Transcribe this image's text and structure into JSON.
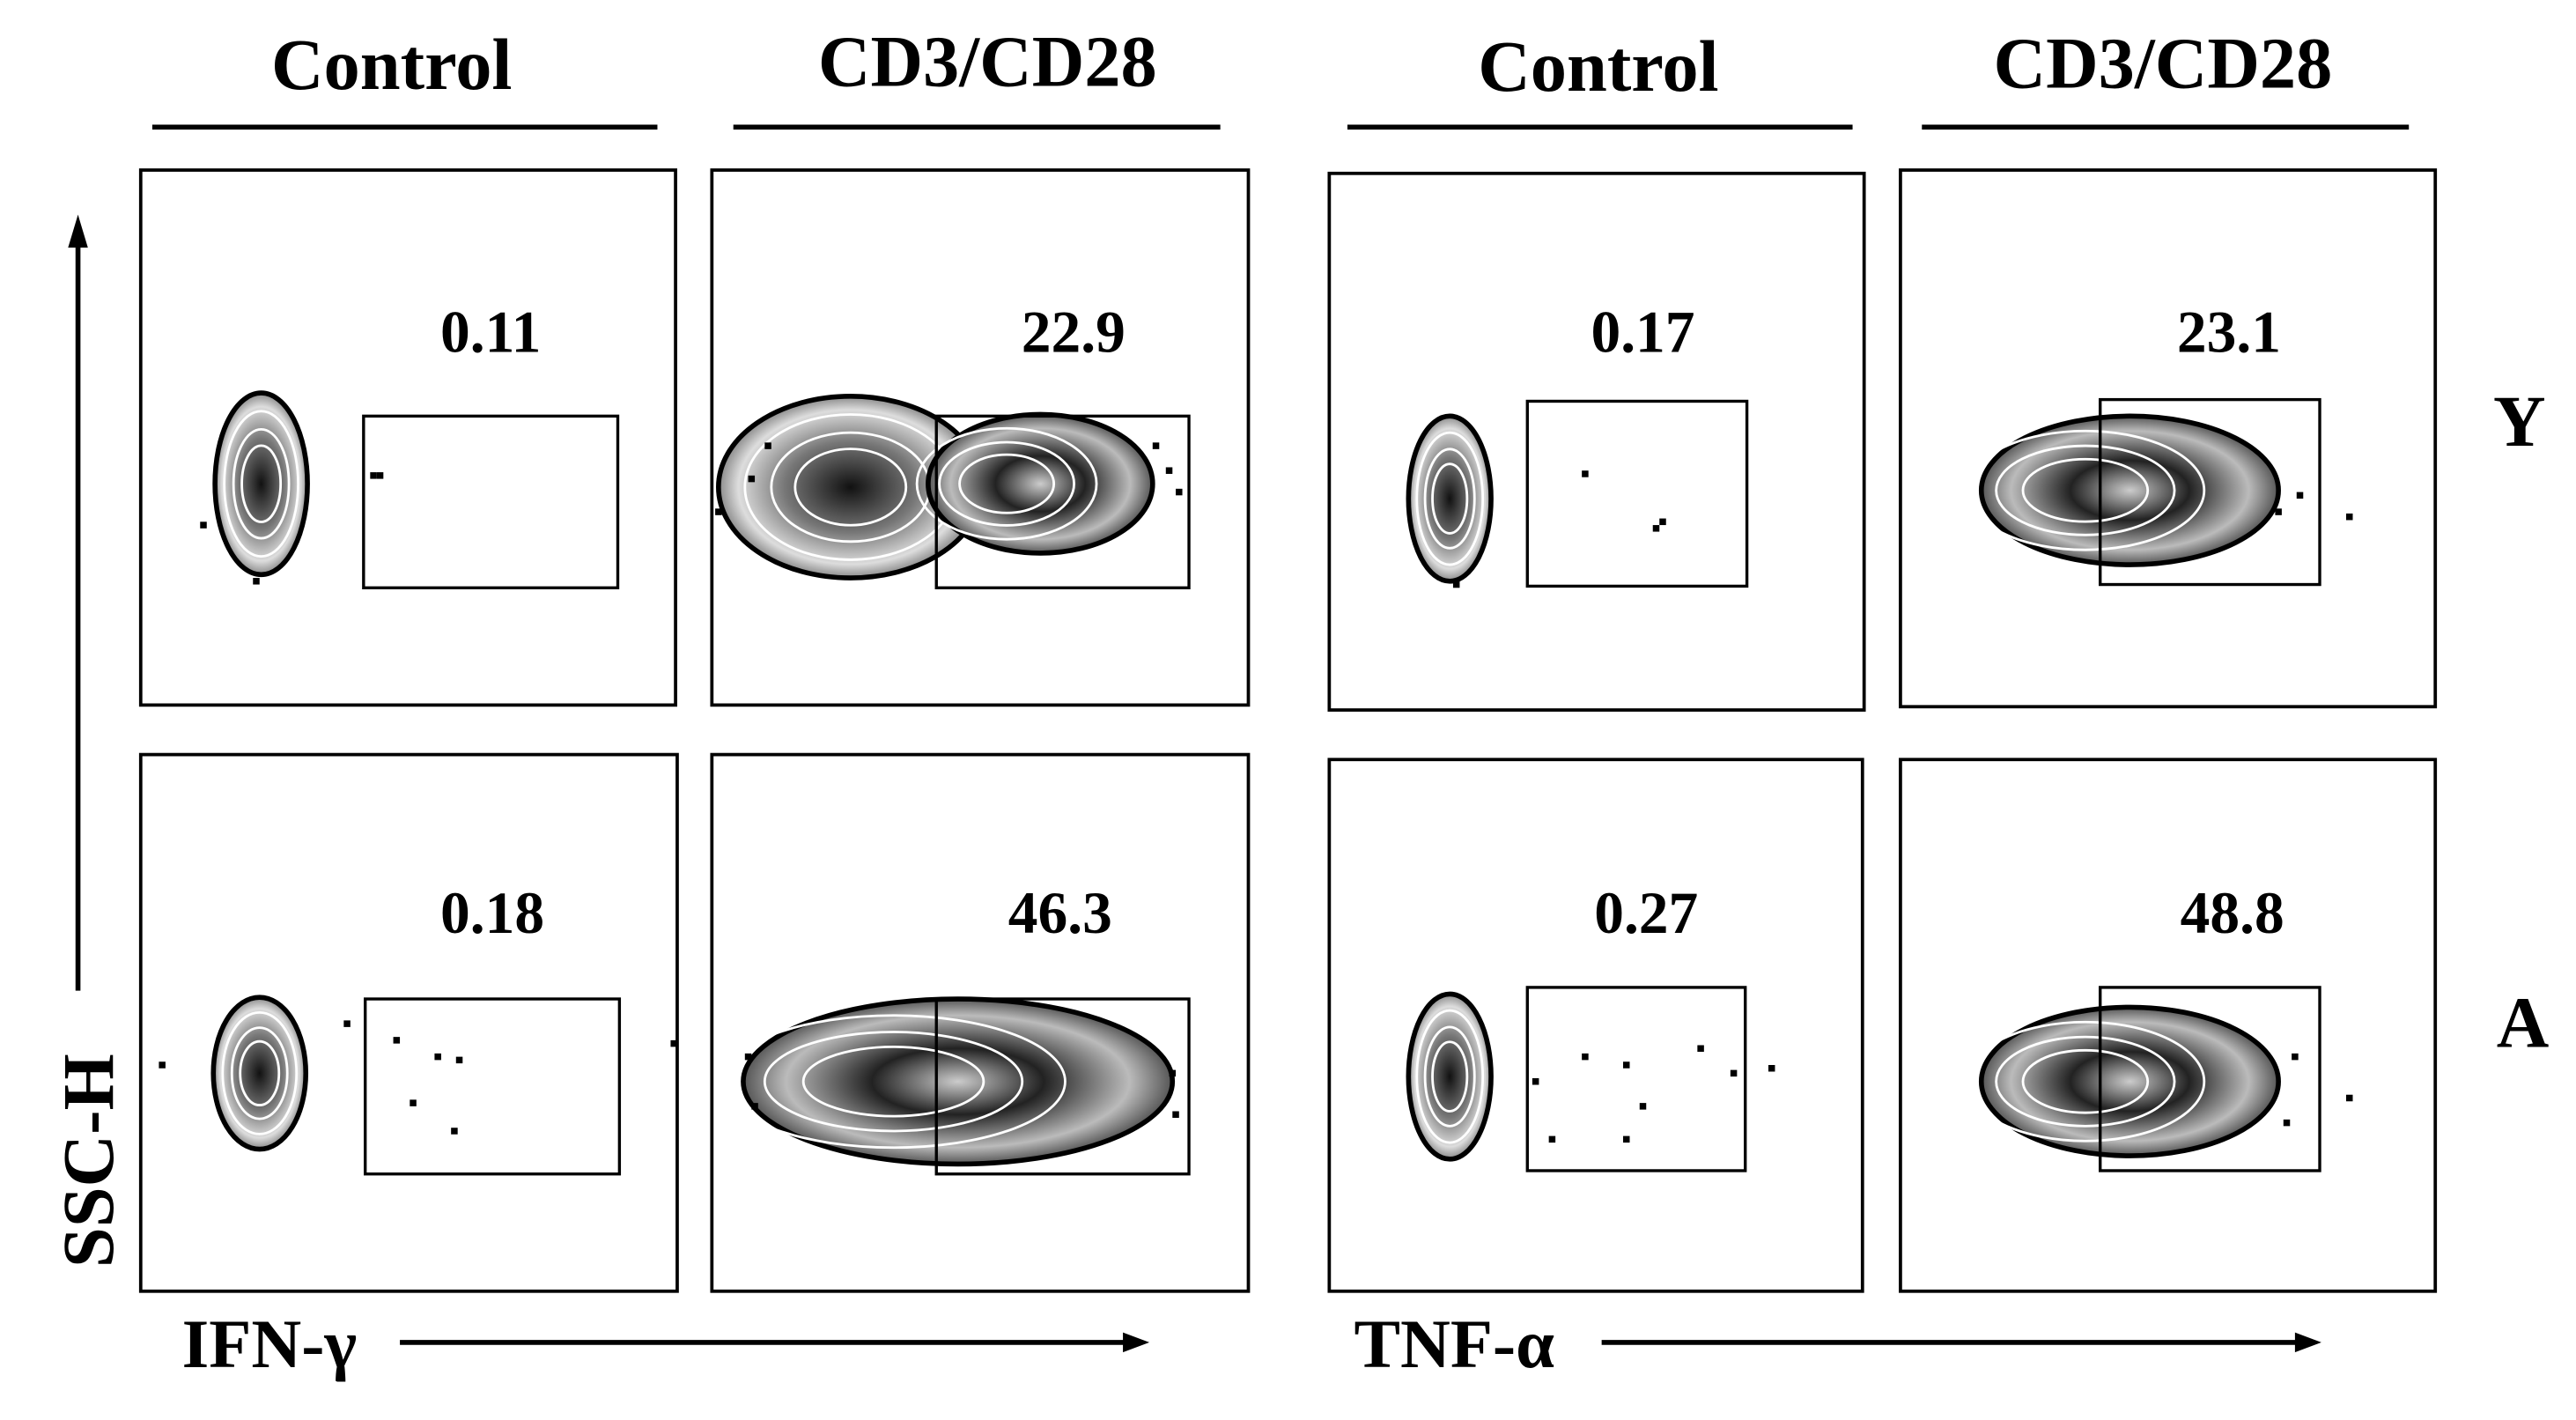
{
  "chart_data": {
    "type": "scatter",
    "subtype": "flow-cytometry-contour",
    "x_axis_labels": [
      "IFN-γ",
      "TNF-α"
    ],
    "y_axis_label": "SSC-H",
    "column_headers": [
      "Control",
      "CD3/CD28",
      "Control",
      "CD3/CD28"
    ],
    "row_labels": [
      "Y",
      "A"
    ],
    "panels": [
      {
        "row": "Y",
        "marker": "IFN-γ",
        "condition": "Control",
        "gate_percent": "0.11"
      },
      {
        "row": "Y",
        "marker": "IFN-γ",
        "condition": "CD3/CD28",
        "gate_percent": "22.9"
      },
      {
        "row": "Y",
        "marker": "TNF-α",
        "condition": "Control",
        "gate_percent": "0.17"
      },
      {
        "row": "Y",
        "marker": "TNF-α",
        "condition": "CD3/CD28",
        "gate_percent": "23.1"
      },
      {
        "row": "A",
        "marker": "IFN-γ",
        "condition": "Control",
        "gate_percent": "0.18"
      },
      {
        "row": "A",
        "marker": "IFN-γ",
        "condition": "CD3/CD28",
        "gate_percent": "46.3"
      },
      {
        "row": "A",
        "marker": "TNF-α",
        "condition": "Control",
        "gate_percent": "0.27"
      },
      {
        "row": "A",
        "marker": "TNF-α",
        "condition": "CD3/CD28",
        "gate_percent": "48.8"
      }
    ]
  }
}
